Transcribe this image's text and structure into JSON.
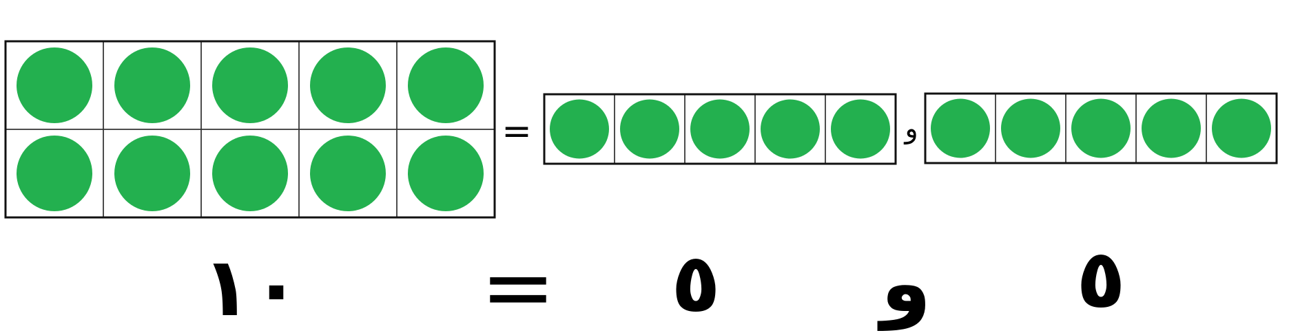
{
  "colors": {
    "dot": "#23b04f",
    "frame": "#111111",
    "text": "#000000"
  },
  "frames": [
    {
      "name": "ten-frame",
      "rows": 2,
      "cols": 5,
      "filled": 10
    },
    {
      "name": "five-frame-middle",
      "rows": 1,
      "cols": 5,
      "filled": 5
    },
    {
      "name": "five-frame-right",
      "rows": 1,
      "cols": 5,
      "filled": 5
    }
  ],
  "top_row": {
    "equals": "=",
    "and": "و"
  },
  "equation": {
    "total": "١٠",
    "equals": "=",
    "part_a": "٥",
    "and": "و",
    "part_b": "٥"
  }
}
